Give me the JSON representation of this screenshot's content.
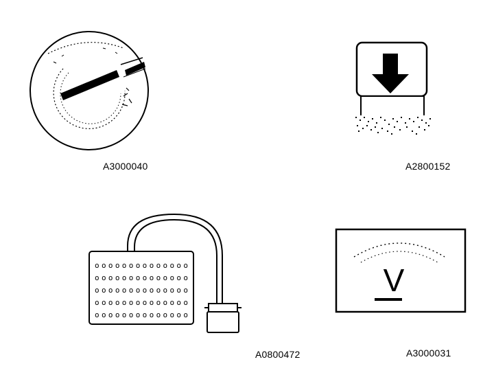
{
  "figures": [
    {
      "id": "ignition-switch",
      "caption": "A3000040",
      "icon": "ignition-key-icon"
    },
    {
      "id": "press-down",
      "caption": "A2800152",
      "icon": "press-down-arrow-icon"
    },
    {
      "id": "diagnostic-connector",
      "caption": "A0800472",
      "icon": "connector-cable-icon"
    },
    {
      "id": "voltmeter",
      "caption": "A3000031",
      "icon": "voltmeter-icon"
    }
  ],
  "voltmeter": {
    "unit_symbol": "V"
  },
  "colors": {
    "ink": "#000000",
    "paper": "#ffffff"
  }
}
